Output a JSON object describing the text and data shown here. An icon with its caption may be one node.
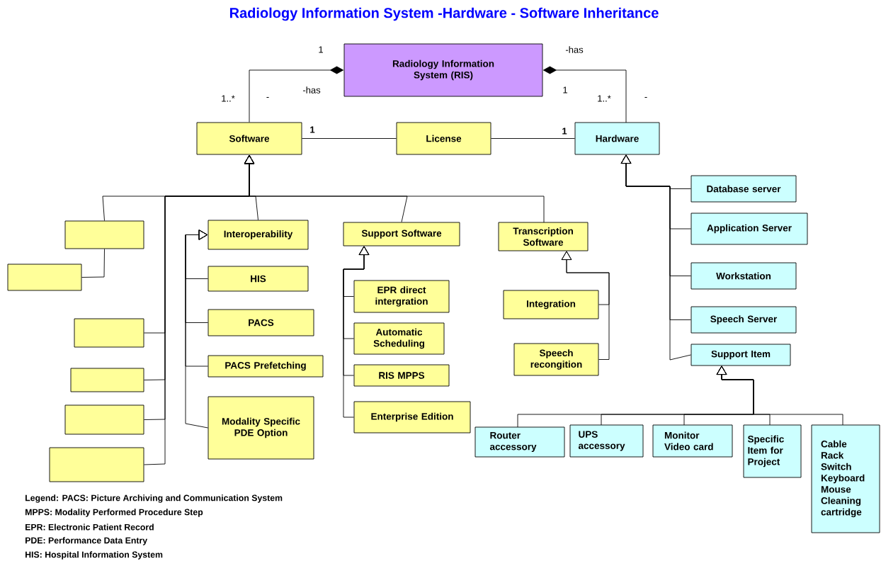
{
  "diagram": {
    "title": "Radiology Information System -Hardware - Software Inheritance",
    "nodes": [
      {
        "text": [
          "Radiology Information System (RIS)"
        ]
      },
      {
        "text": [
          "Software"
        ]
      },
      {
        "text": [
          "License"
        ]
      },
      {
        "text": [
          "Hardware"
        ]
      },
      {
        "text": [],
        "shape": "box"
      },
      {
        "text": [],
        "shape": "box"
      },
      {
        "text": [
          "Interoperability"
        ]
      },
      {
        "text": [
          "HIS"
        ]
      },
      {
        "text": [
          "PACS"
        ]
      },
      {
        "text": [
          "PACS Prefetching"
        ]
      },
      {
        "text": [
          "Modality Specific PDE Option"
        ]
      },
      {
        "text": [],
        "shape": "box"
      },
      {
        "text": [],
        "shape": "box"
      },
      {
        "text": [],
        "shape": "box"
      },
      {
        "text": [],
        "shape": "box"
      },
      {
        "text": [
          "Support Software"
        ]
      },
      {
        "text": [
          "Transcription Software"
        ]
      },
      {
        "text": [
          "EPR direct intergration"
        ]
      },
      {
        "text": [
          "Automatic Scheduling"
        ]
      },
      {
        "text": [
          "RIS MPPS"
        ]
      },
      {
        "text": [
          "Enterprise Edition"
        ]
      },
      {
        "text": [
          "Integration"
        ]
      },
      {
        "text": [
          "Speech recongition"
        ]
      },
      {
        "text": [
          "Database server"
        ]
      },
      {
        "text": [
          "Application Server"
        ]
      },
      {
        "text": [
          "Workstation"
        ]
      },
      {
        "text": [
          "Speech Server"
        ]
      },
      {
        "text": [
          "Support Item"
        ]
      },
      {
        "text": [
          "Router accessory"
        ]
      },
      {
        "text": [
          "UPS accessory"
        ]
      },
      {
        "text": [
          "Monitor Video card"
        ]
      },
      {
        "text": [
          "Specific Item for Project"
        ]
      },
      {
        "text": [
          "Cable Rack Switch Keyboard Mouse Cleaning cartridge"
        ]
      }
    ],
    "edges": [
      {
        "from": 0,
        "to": 1,
        "arrow": "other",
        "label": "-has"
      },
      {
        "from": 0,
        "to": 3,
        "arrow": "other",
        "label": "-has"
      },
      {
        "from": 1,
        "to": 2,
        "arrow": "none"
      },
      {
        "from": 2,
        "to": 3,
        "arrow": "none"
      },
      {
        "from": 4,
        "to": 1,
        "arrow": "to"
      },
      {
        "from": 6,
        "to": 1,
        "arrow": "to"
      },
      {
        "from": 15,
        "to": 1,
        "arrow": "to"
      },
      {
        "from": 16,
        "to": 1,
        "arrow": "to"
      },
      {
        "from": 11,
        "to": 1,
        "arrow": "to"
      },
      {
        "from": 12,
        "to": 1,
        "arrow": "to"
      },
      {
        "from": 13,
        "to": 1,
        "arrow": "to"
      },
      {
        "from": 14,
        "to": 1,
        "arrow": "to"
      },
      {
        "from": 5,
        "to": 4,
        "arrow": "none"
      },
      {
        "from": 7,
        "to": 6,
        "arrow": "to"
      },
      {
        "from": 8,
        "to": 6,
        "arrow": "to"
      },
      {
        "from": 9,
        "to": 6,
        "arrow": "to"
      },
      {
        "from": 10,
        "to": 6,
        "arrow": "to"
      },
      {
        "from": 17,
        "to": 15,
        "arrow": "to"
      },
      {
        "from": 18,
        "to": 15,
        "arrow": "to"
      },
      {
        "from": 19,
        "to": 15,
        "arrow": "to"
      },
      {
        "from": 20,
        "to": 15,
        "arrow": "to"
      },
      {
        "from": 21,
        "to": 16,
        "arrow": "to"
      },
      {
        "from": 22,
        "to": 16,
        "arrow": "to"
      },
      {
        "from": 23,
        "to": 3,
        "arrow": "to"
      },
      {
        "from": 24,
        "to": 3,
        "arrow": "to"
      },
      {
        "from": 25,
        "to": 3,
        "arrow": "to"
      },
      {
        "from": 26,
        "to": 3,
        "arrow": "to"
      },
      {
        "from": 27,
        "to": 3,
        "arrow": "to"
      },
      {
        "from": 28,
        "to": 27,
        "arrow": "to"
      },
      {
        "from": 29,
        "to": 27,
        "arrow": "to"
      },
      {
        "from": 30,
        "to": 27,
        "arrow": "to"
      },
      {
        "from": 31,
        "to": 27,
        "arrow": "to"
      },
      {
        "from": 32,
        "to": 27,
        "arrow": "to"
      }
    ],
    "labels": [
      "1",
      "1..*",
      "-",
      "1",
      "1..*",
      "-",
      "1",
      "1",
      "Legend: PACS: Picture Archiving and Communication System",
      "MPPS: Modality Performed Procedure Step",
      "EPR: Electronic Patient Record",
      "PDE: Performance Data Entry",
      "HIS: Hospital Information System"
    ]
  }
}
